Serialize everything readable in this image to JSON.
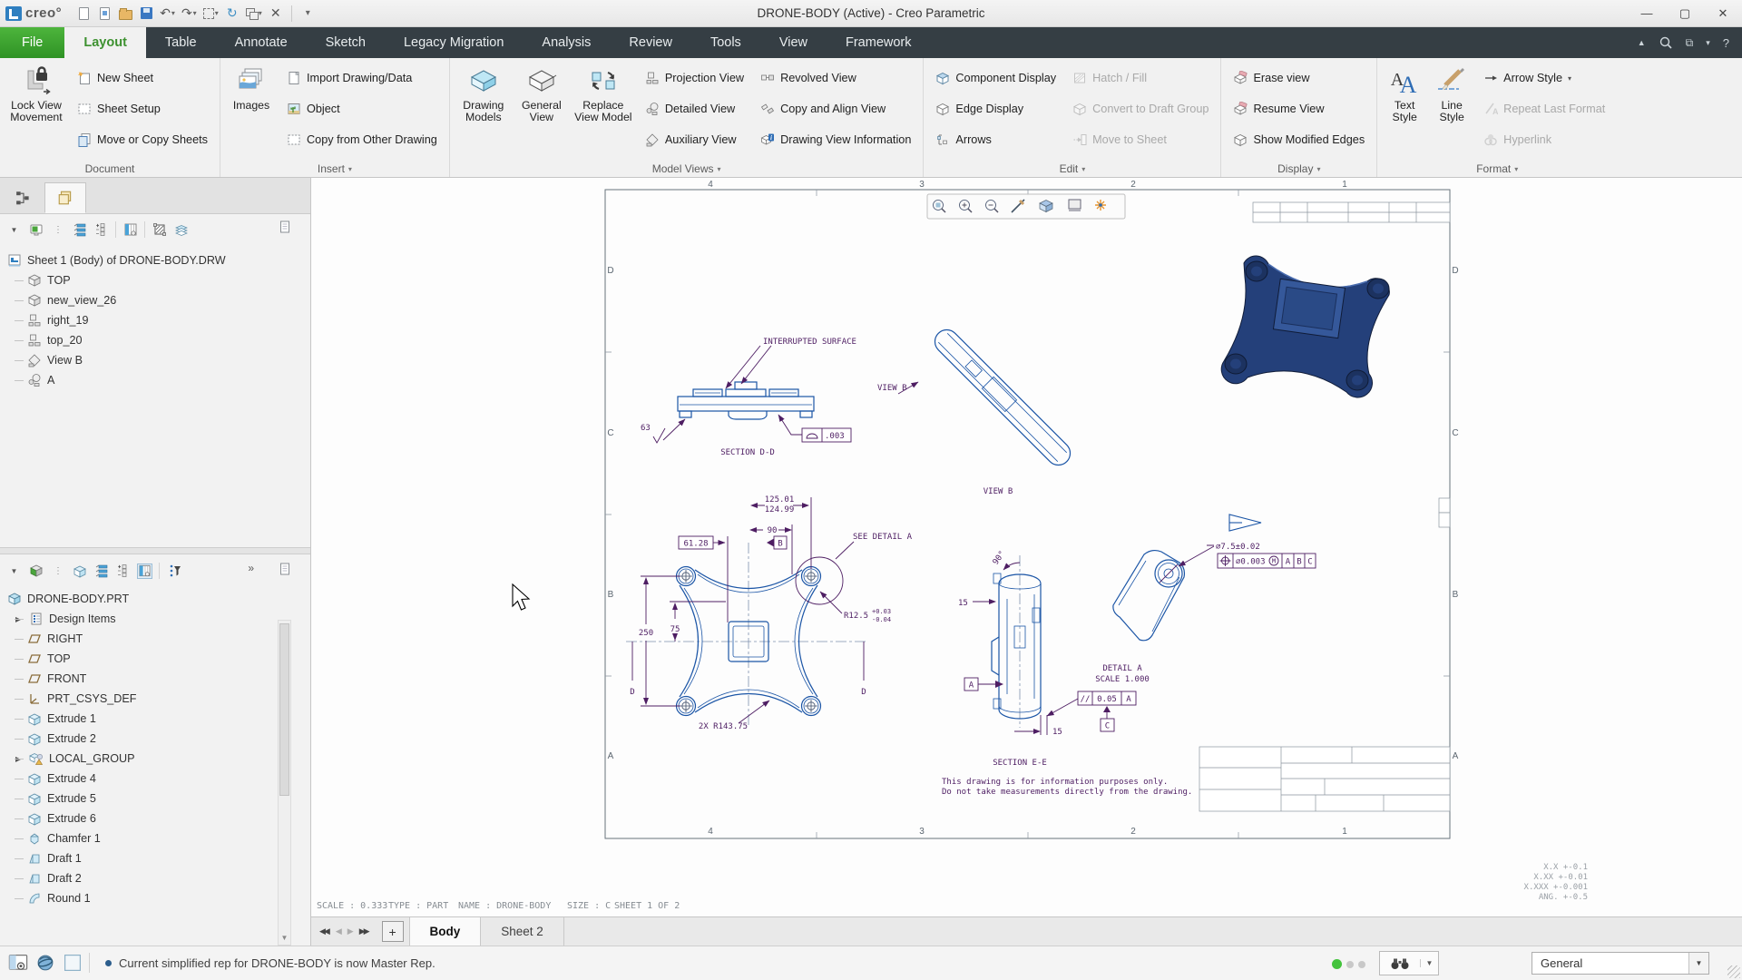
{
  "titlebar": {
    "logo_text": "creo°",
    "title": "DRONE-BODY (Active) - Creo Parametric",
    "qat_icons": [
      "new-document",
      "view-image",
      "open",
      "save",
      "undo",
      "redo",
      "select-box",
      "regenerate",
      "switch-windows",
      "close-window",
      "customize-toolbar"
    ]
  },
  "ribbon_tabs": {
    "active": "Layout",
    "items": [
      {
        "label": "File"
      },
      {
        "label": "Layout"
      },
      {
        "label": "Table"
      },
      {
        "label": "Annotate"
      },
      {
        "label": "Sketch"
      },
      {
        "label": "Legacy Migration"
      },
      {
        "label": "Analysis"
      },
      {
        "label": "Review"
      },
      {
        "label": "Tools"
      },
      {
        "label": "View"
      },
      {
        "label": "Framework"
      }
    ],
    "right_icons": [
      "minimize-ribbon",
      "search",
      "switch-windows",
      "options-caret",
      "help"
    ]
  },
  "ribbon": {
    "groups": [
      {
        "label": "Document",
        "big": [
          {
            "label": "Lock View\nMovement",
            "icon": "lock-view"
          }
        ],
        "small": [
          {
            "label": "New Sheet",
            "icon": "new-sheet"
          },
          {
            "label": "Sheet Setup",
            "icon": "sheet-setup"
          },
          {
            "label": "Move or Copy Sheets",
            "icon": "move-copy-sheets"
          }
        ]
      },
      {
        "label": "Insert",
        "big": [
          {
            "label": "Images",
            "icon": "images"
          }
        ],
        "small": [
          {
            "label": "Import Drawing/Data",
            "icon": "import-drawing"
          },
          {
            "label": "Object",
            "icon": "object"
          },
          {
            "label": "Copy from Other Drawing",
            "icon": "copy-other-drawing"
          }
        ]
      },
      {
        "label": "Model Views",
        "big": [
          {
            "label": "Drawing\nModels",
            "icon": "drawing-models"
          },
          {
            "label": "General\nView",
            "icon": "general-view"
          },
          {
            "label": "Replace\nView Model",
            "icon": "replace-view-model"
          }
        ],
        "small": [
          {
            "label": "Projection View",
            "icon": "projection-view"
          },
          {
            "label": "Detailed View",
            "icon": "detailed-view"
          },
          {
            "label": "Auxiliary View",
            "icon": "auxiliary-view"
          },
          {
            "label": "Revolved View",
            "icon": "revolved-view"
          },
          {
            "label": "Copy and Align View",
            "icon": "copy-align-view"
          },
          {
            "label": "Drawing View Information",
            "icon": "drawing-view-information"
          }
        ]
      },
      {
        "label": "Edit",
        "small": [
          {
            "label": "Component Display",
            "icon": "component-display"
          },
          {
            "label": "Edge Display",
            "icon": "edge-display"
          },
          {
            "label": "Arrows",
            "icon": "arrows"
          },
          {
            "label": "Hatch / Fill",
            "icon": "hatch-fill",
            "disabled": true
          },
          {
            "label": "Convert to Draft Group",
            "icon": "convert-to-draft-group",
            "disabled": true
          },
          {
            "label": "Move to Sheet",
            "icon": "move-to-sheet",
            "disabled": true
          }
        ]
      },
      {
        "label": "Display",
        "small": [
          {
            "label": "Erase view",
            "icon": "erase-view"
          },
          {
            "label": "Resume View",
            "icon": "resume-view"
          },
          {
            "label": "Show Modified Edges",
            "icon": "show-modified-edges"
          }
        ]
      },
      {
        "label": "Format",
        "big": [
          {
            "label": "Text\nStyle",
            "icon": "text-style"
          },
          {
            "label": "Line\nStyle",
            "icon": "line-style"
          }
        ],
        "small": [
          {
            "label": "Arrow Style",
            "icon": "arrow-style",
            "dropdown": true
          },
          {
            "label": "Repeat Last Format",
            "icon": "repeat-last-format",
            "disabled": true
          },
          {
            "label": "Hyperlink",
            "icon": "hyperlink",
            "disabled": true
          }
        ]
      }
    ]
  },
  "navigator": {
    "sheet_tree": {
      "root": "Sheet 1 (Body) of DRONE-BODY.DRW",
      "items": [
        {
          "label": "TOP",
          "icon": "general-view"
        },
        {
          "label": "new_view_26",
          "icon": "general-view"
        },
        {
          "label": "right_19",
          "icon": "projection-view"
        },
        {
          "label": "top_20",
          "icon": "projection-view"
        },
        {
          "label": "View B",
          "icon": "auxiliary-view"
        },
        {
          "label": "A",
          "icon": "detailed-view"
        }
      ]
    },
    "model_tree": {
      "root": "DRONE-BODY.PRT",
      "items": [
        {
          "label": "Design Items",
          "icon": "design-items",
          "expandable": true
        },
        {
          "label": "RIGHT",
          "icon": "datum-plane"
        },
        {
          "label": "TOP",
          "icon": "datum-plane"
        },
        {
          "label": "FRONT",
          "icon": "datum-plane"
        },
        {
          "label": "PRT_CSYS_DEF",
          "icon": "csys"
        },
        {
          "label": "Extrude 1",
          "icon": "extrude"
        },
        {
          "label": "Extrude 2",
          "icon": "extrude"
        },
        {
          "label": "LOCAL_GROUP",
          "icon": "group",
          "expandable": true
        },
        {
          "label": "Extrude 4",
          "icon": "extrude"
        },
        {
          "label": "Extrude 5",
          "icon": "extrude"
        },
        {
          "label": "Extrude 6",
          "icon": "extrude"
        },
        {
          "label": "Chamfer 1",
          "icon": "chamfer"
        },
        {
          "label": "Draft 1",
          "icon": "draft"
        },
        {
          "label": "Draft 2",
          "icon": "draft"
        },
        {
          "label": "Round 1",
          "icon": "round"
        }
      ]
    }
  },
  "drawing": {
    "zone_cols": [
      "4",
      "3",
      "2",
      "1"
    ],
    "zone_rows": [
      "D",
      "C",
      "B",
      "A"
    ],
    "viewer_toolbar_icons": [
      "zoom-window",
      "zoom-in",
      "zoom-out",
      "line-display",
      "shaded-model",
      "sheet-display",
      "update-sheet"
    ],
    "ann": {
      "interrupted_surface": "INTERRUPTED SURFACE",
      "finish_value": "63",
      "flatness_value": ".003",
      "section_dd": "SECTION D-D",
      "view_b_arrow_label": "VIEW B",
      "view_b_caption": "VIEW B",
      "dim_width_upper": "125.01",
      "dim_width_lower": "124.99",
      "dim_90": "90",
      "dim_61_28": "61.28",
      "datum_b": "B",
      "see_detail": "SEE DETAIL A",
      "radius_note": "R12.5",
      "radius_tol_plus": "+0.03",
      "radius_tol_minus": "-0.04",
      "dim_250": "250",
      "dim_75": "75",
      "section_d_left": "D",
      "section_d_right": "D",
      "corner_radius": "2X R143.75",
      "angle_90": "90°",
      "dim_15_left": "15",
      "dim_15_bottom": "15",
      "datum_a": "A",
      "datum_c": "C",
      "parallel_symbol": "//",
      "parallel_value": "0.05",
      "parallel_datum": "A",
      "section_ee": "SECTION E-E",
      "detail_a_title": "DETAIL A",
      "detail_a_scale": "SCALE 1.000",
      "hole_dim": "⌀7.5±0.02",
      "fcf_dia": "⌀0.003",
      "fcf_mod": "M",
      "fcf_d1": "A",
      "fcf_d2": "B",
      "fcf_d3": "C",
      "note_line1": "This drawing is for information purposes only.",
      "note_line2": "Do not take measurements directly from the drawing."
    },
    "status_line": {
      "scale": "SCALE : 0.333",
      "type": "TYPE : PART",
      "name": "NAME : DRONE-BODY",
      "size": "SIZE : C",
      "sheet": "SHEET 1  OF 2"
    },
    "tolerances": [
      "X.X  +-0.1",
      "X.XX  +-0.01",
      "X.XXX +-0.001",
      "ANG.  +-0.5"
    ]
  },
  "sheet_tabs": {
    "add": "+",
    "tabs": [
      "Body",
      "Sheet 2"
    ],
    "active": "Body"
  },
  "statusbar": {
    "message": "Current simplified rep for DRONE-BODY is now Master Rep.",
    "filter_label": "General"
  }
}
